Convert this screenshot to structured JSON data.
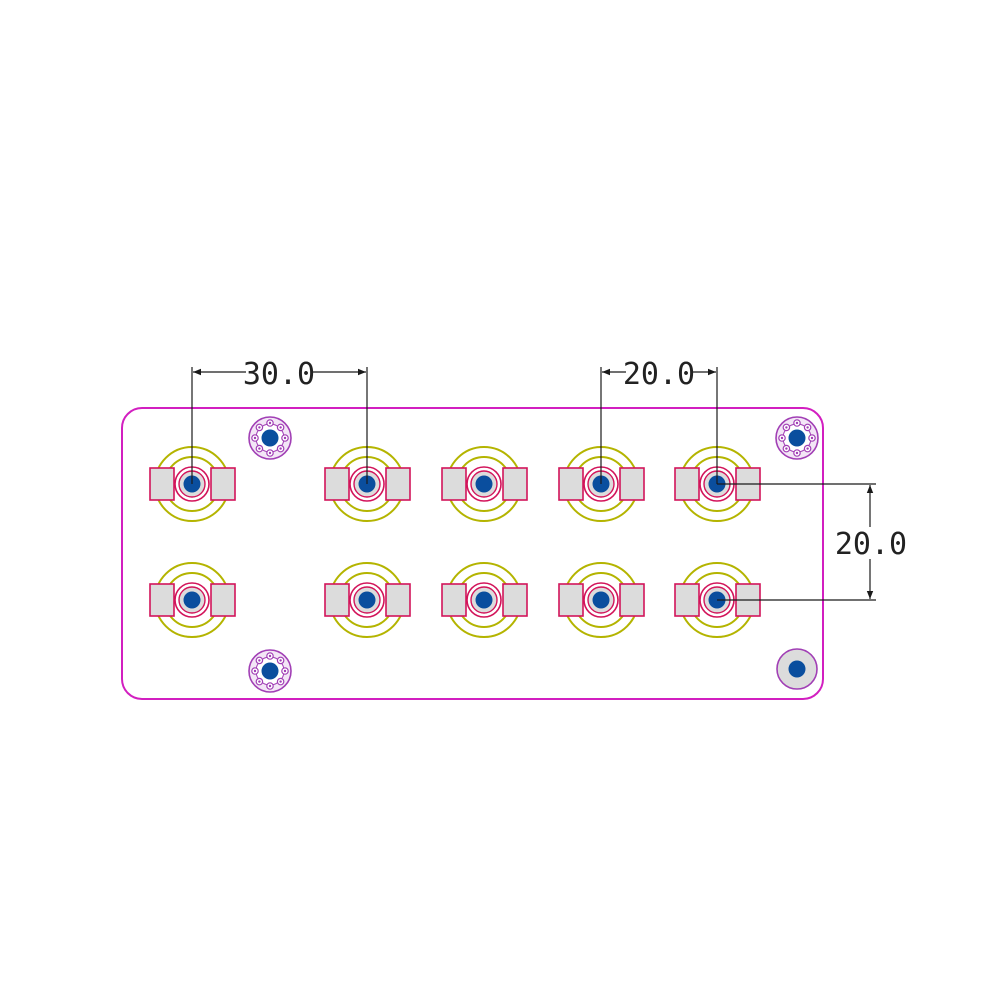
{
  "board": {
    "outline_color": "#d21fc0",
    "silk_color": "#b4b400",
    "pad_fill": "#dcdcdc",
    "pad_stroke": "#d2145a",
    "drill_color": "#0a4e9e",
    "via_ring_color": "#a13fb5",
    "dimension_color": "#1a1a1a"
  },
  "dimensions": {
    "horizontal_pitch_a": "30.0",
    "horizontal_pitch_b": "20.0",
    "vertical_pitch": "20.0"
  },
  "icons": {
    "connector": "bnc-connector-footprint-icon",
    "mounting_hole_plated": "plated-mounting-hole-icon",
    "mounting_hole_plain": "mounting-hole-icon"
  }
}
